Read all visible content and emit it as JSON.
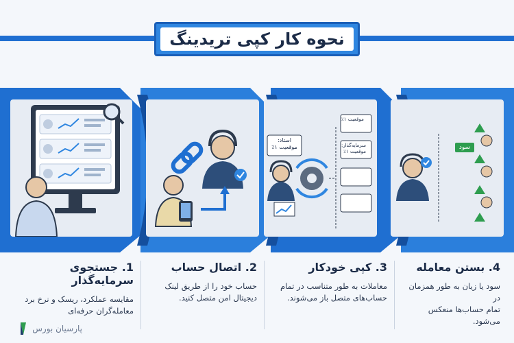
{
  "title": "نحوه کار کپی تریدینگ",
  "steps": [
    {
      "title": "1. جستجوی سرمایه‌گذار",
      "desc_line1": "مقایسه عملکرد، ریسک و نرخ برد",
      "desc_line2": "معامله‌گران حرفه‌ای"
    },
    {
      "title": "2. اتصال حساب",
      "desc_line1": "حساب خود را از طریق لینک",
      "desc_line2": "دیجیتال امن متصل کنید."
    },
    {
      "title": "3. کپی خودکار",
      "desc_line1": "معاملات به طور متناسب در تمام",
      "desc_line2": "حساب‌های متصل باز می‌شوند."
    },
    {
      "title": "4. بستن معامله",
      "desc_line1": "سود یا زیان به طور همزمان در",
      "desc_line2": "تمام حساب‌ها منعکس می‌شود."
    }
  ],
  "labels": {
    "master_line1": "استاد:",
    "master_line2": "موقعیت ۱٪",
    "position": "موقعیت ۱٪",
    "investor_line1": "سرمایه‌گذار:",
    "investor_line2": "موقعیت ۱٪",
    "profit": "سود"
  },
  "brand": "پارسیان بورس",
  "colors": {
    "primary": "#1f6fd1",
    "accent": "#2f86e0",
    "profit": "#2e9d4f",
    "text": "#1b2b47"
  }
}
